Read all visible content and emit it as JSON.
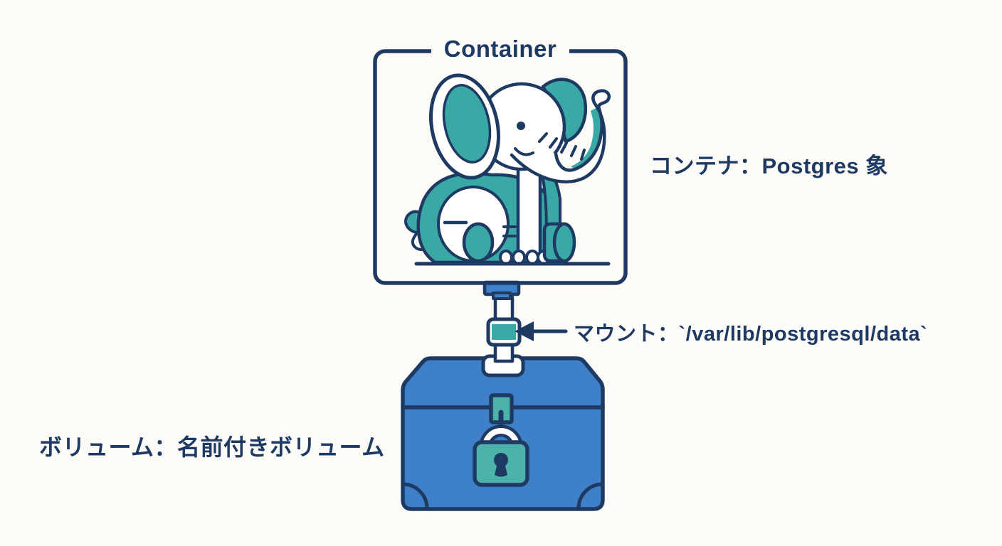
{
  "colors": {
    "navy": "#1e3a63",
    "teal": "#3aa8a4",
    "tealL": "#4db3aa",
    "blue": "#3d80c8",
    "white": "#ffffff",
    "bg": "#fcfbf7"
  },
  "diagram": {
    "container_box": {
      "label": "Container"
    },
    "annotations": {
      "container": "コンテナ：Postgres 象",
      "mount": "マウント：`/var/lib/postgresql/data`",
      "volume": "ボリューム：名前付きボリューム"
    }
  }
}
